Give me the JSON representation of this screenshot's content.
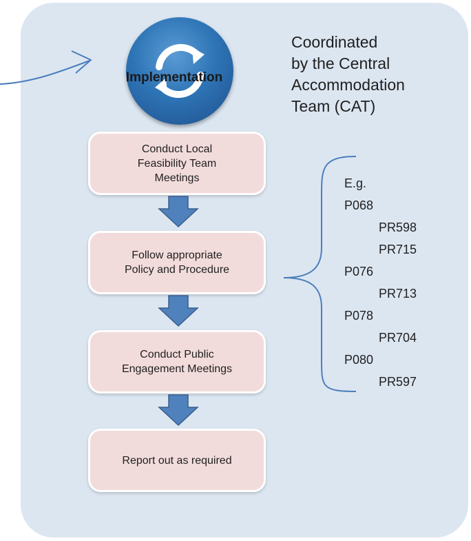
{
  "diagram": {
    "stage_label": "Implementation",
    "coordinator_text": "Coordinated\nby the Central\nAccommodation\nTeam (CAT)",
    "steps": [
      "Conduct Local\nFeasibility Team\nMeetings",
      "Follow appropriate\nPolicy and Procedure",
      "Conduct Public\nEngagement Meetings",
      "Report out as required"
    ],
    "examples": [
      {
        "text": "E.g.",
        "indent": false
      },
      {
        "text": "P068",
        "indent": false
      },
      {
        "text": "PR598",
        "indent": true
      },
      {
        "text": "PR715",
        "indent": true
      },
      {
        "text": "P076",
        "indent": false
      },
      {
        "text": "PR713",
        "indent": true
      },
      {
        "text": "P078",
        "indent": false
      },
      {
        "text": "PR704",
        "indent": true
      },
      {
        "text": "P080",
        "indent": false
      },
      {
        "text": "PR597",
        "indent": true
      }
    ]
  },
  "colors": {
    "panel": "#dce6f1",
    "step_fill": "#f2dcdb",
    "connector": "#4a7ebb",
    "circle": "#2e75b6"
  },
  "icons": {
    "incoming_arrow": "arrow-right-icon",
    "cycle": "refresh-cycle-icon",
    "flow": "arrow-down-icon",
    "brace": "curly-brace-icon"
  }
}
